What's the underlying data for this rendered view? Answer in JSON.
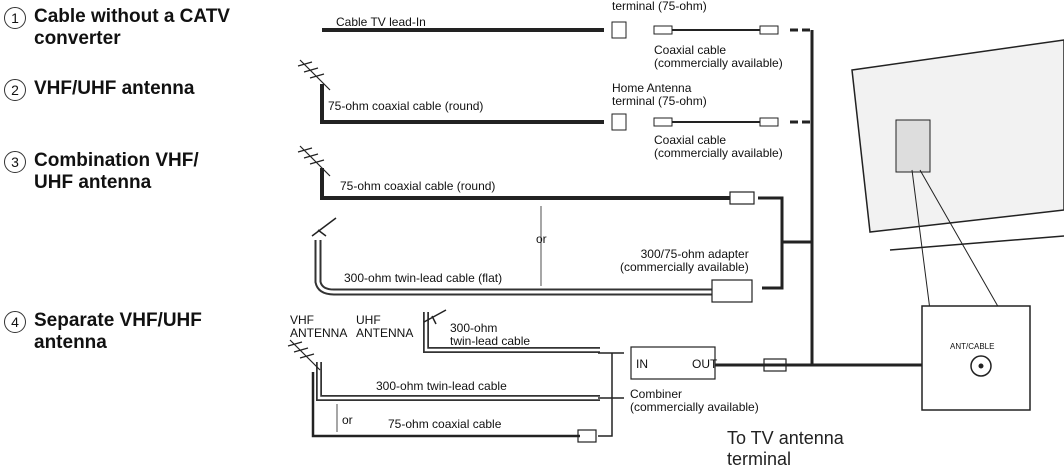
{
  "options": [
    {
      "num": "1",
      "label": "Cable without a CATV\nconverter"
    },
    {
      "num": "2",
      "label": "VHF/UHF antenna"
    },
    {
      "num": "3",
      "label": "Combination VHF/\nUHF antenna"
    },
    {
      "num": "4",
      "label": "Separate VHF/UHF\nantenna"
    }
  ],
  "labels": {
    "cable_tv_lead_in": "Cable TV lead-In",
    "terminal_top": "terminal (75-ohm)",
    "coax_1": "Coaxial cable\n(commercially available)",
    "home_antenna_terminal": "Home Antenna\nterminal (75-ohm)",
    "coax_2": "Coaxial cable\n(commercially available)",
    "coax_round_2": "75-ohm coaxial cable (round)",
    "coax_round_3": "75-ohm coaxial cable (round)",
    "or_3": "or",
    "adapter": "300/75-ohm adapter\n(commercially available)",
    "twin_lead_flat": "300-ohm twin-lead cable (flat)",
    "vhf_antenna": "VHF\nANTENNA",
    "uhf_antenna": "UHF\nANTENNA",
    "twin_lead_uhf": "300-ohm\ntwin-lead cable",
    "combiner_in": "IN",
    "combiner_out": "OUT",
    "combiner": "Combiner\n(commercially available)",
    "twin_lead_vhf": "300-ohm twin-lead cable",
    "or_4": "or",
    "coax_4": "75-ohm coaxial cable",
    "ant_cable": "ANT/CABLE",
    "to_tv": "To TV antenna\nterminal"
  }
}
